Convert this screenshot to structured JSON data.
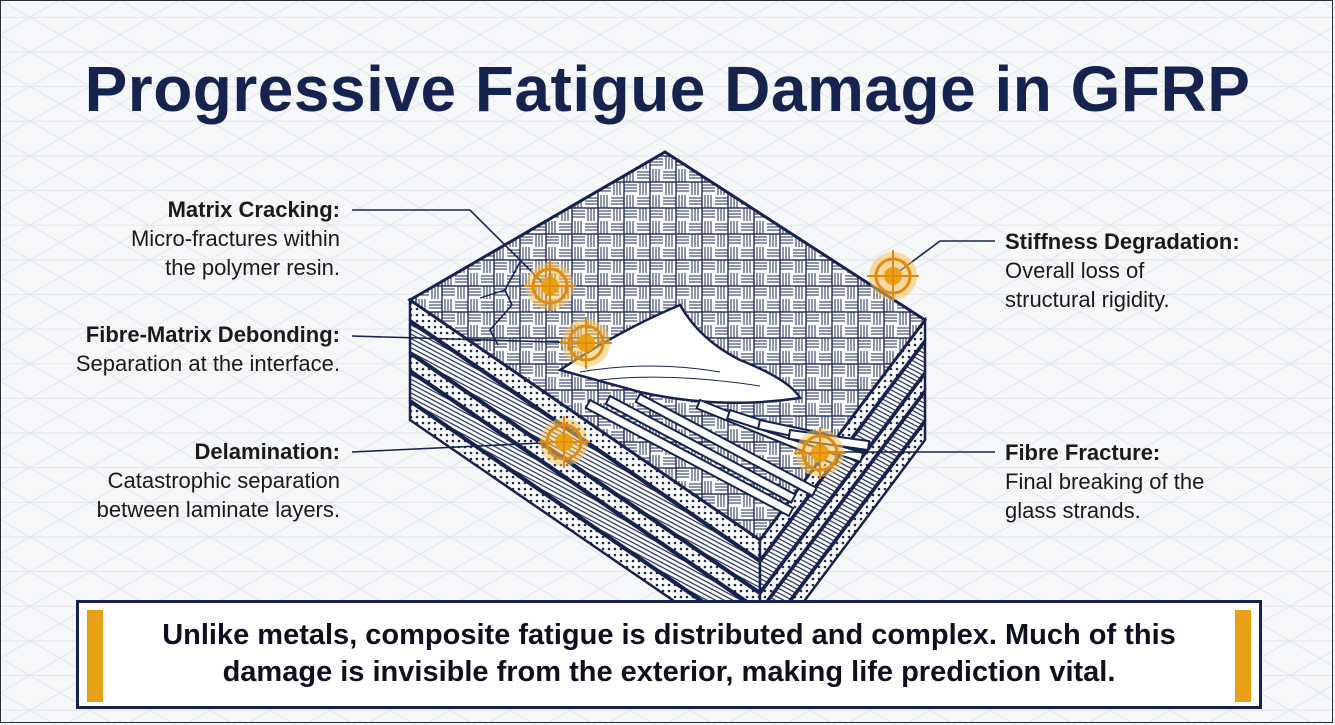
{
  "title": "Progressive Fatigue Damage in GFRP",
  "labels": {
    "matrix_cracking": {
      "heading": "Matrix Cracking:",
      "desc": "Micro-fractures within\nthe polymer resin."
    },
    "debonding": {
      "heading": "Fibre-Matrix Debonding:",
      "desc": "Separation at the interface."
    },
    "delamination": {
      "heading": "Delamination:",
      "desc": "Catastrophic separation\nbetween laminate layers."
    },
    "stiffness": {
      "heading": "Stiffness Degradation:",
      "desc": "Overall loss of\nstructural rigidity."
    },
    "fibre_fracture": {
      "heading": "Fibre Fracture:",
      "desc": "Final breaking of the\nglass strands."
    }
  },
  "note": "Unlike metals, composite fatigue is distributed and complex. Much of this damage is invisible from the exterior, making life prediction vital.",
  "colors": {
    "navy": "#16234f",
    "accent": "#e8a115",
    "marker": "#f0a020"
  },
  "icons": [
    "target-marker-icon"
  ]
}
